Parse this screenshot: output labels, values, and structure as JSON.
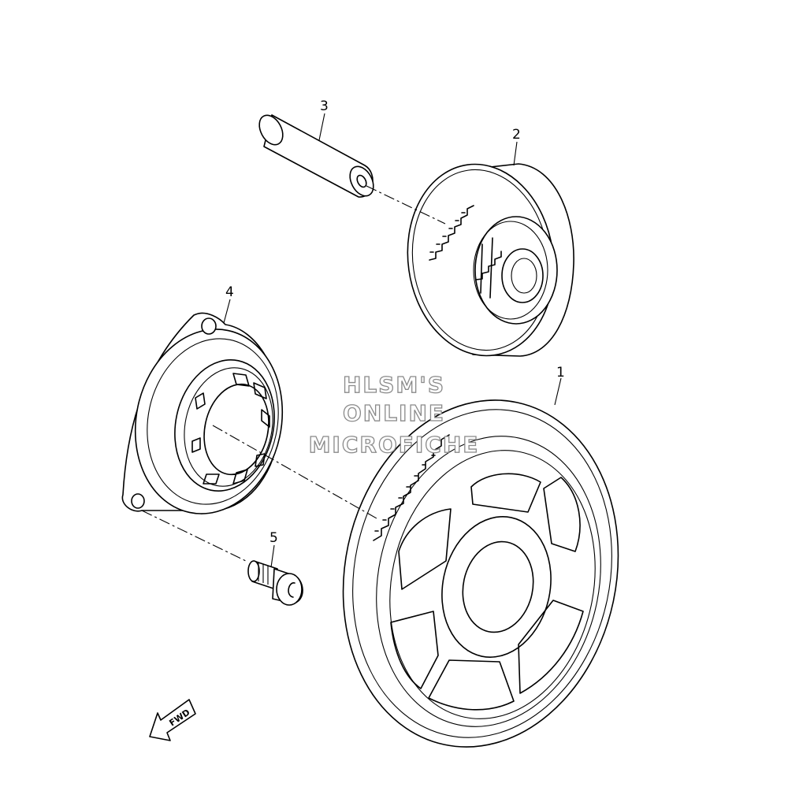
{
  "callouts": [
    {
      "id": "1",
      "label": "1"
    },
    {
      "id": "2",
      "label": "2"
    },
    {
      "id": "3",
      "label": "3"
    },
    {
      "id": "4",
      "label": "4"
    },
    {
      "id": "5",
      "label": "5"
    }
  ],
  "watermark": {
    "line1": "HLSM'S",
    "line2": "ONLINE",
    "line3": "MICROFICHE"
  },
  "direction_arrow": {
    "label": "FWD"
  }
}
